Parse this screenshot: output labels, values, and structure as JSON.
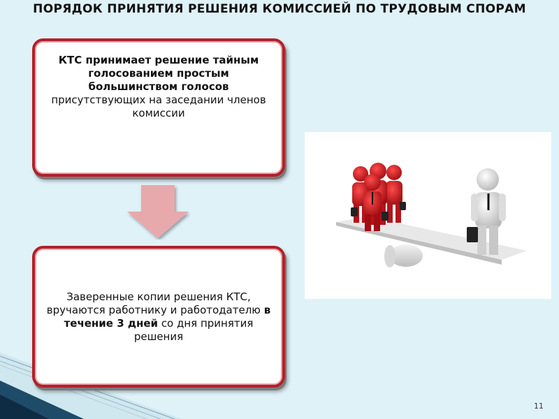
{
  "slide": {
    "title": "ПОРЯДОК ПРИНЯТИЯ РЕШЕНИЯ КОМИССИЕЙ ПО ТРУДОВЫМ СПОРАМ",
    "box1": {
      "bold_text": "КТС принимает решение тайным голосованием простым большинством голосов",
      "plain_text": "присутствующих на заседании членов комиссии"
    },
    "box2": {
      "text_before": "Заверенные копии решения КТС, вручаются работнику и работодателю",
      "bold_text": "в течение 3 дней",
      "text_after": "со дня принятия решения"
    },
    "page_number": "11",
    "colors": {
      "background": "#dff2f8",
      "box_border": "#b3202a",
      "arrow_fill": "#e8a9ad",
      "figures_red": "#d1141c"
    },
    "illustration": {
      "icon": "seesaw-figures-illustration"
    }
  }
}
